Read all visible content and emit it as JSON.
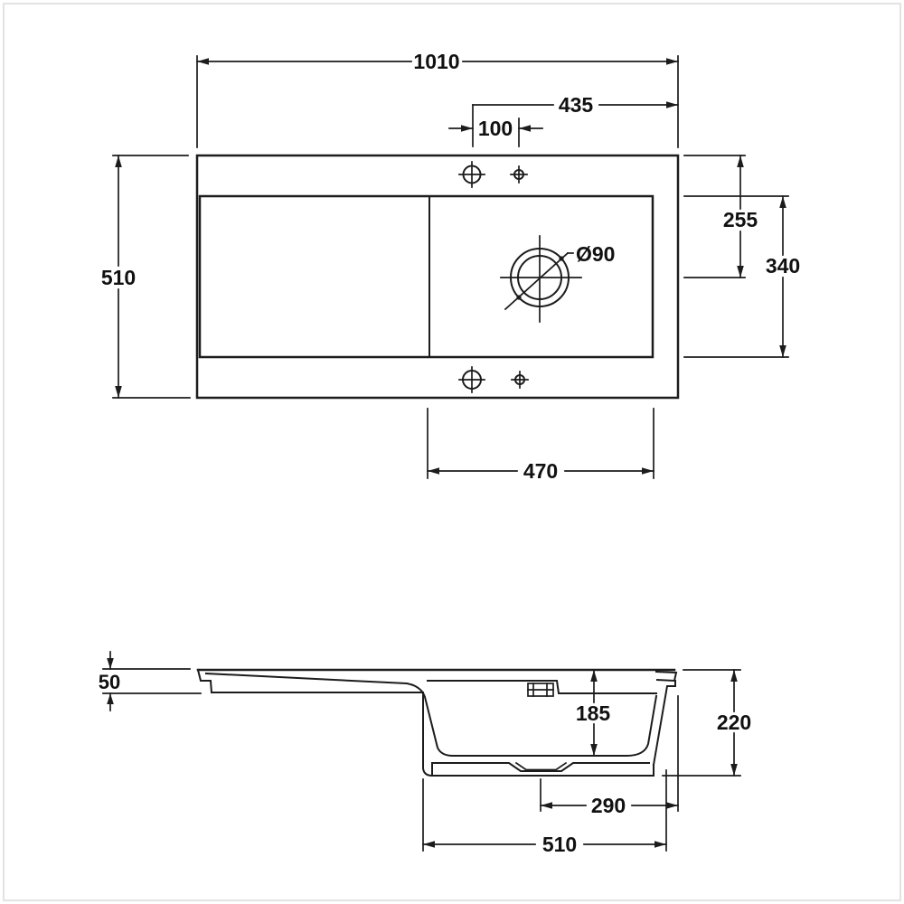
{
  "colors": {
    "line": "#1c1c1c",
    "background": "#ffffff"
  },
  "plan": {
    "dim_overall_width": "1010",
    "dim_tap_to_right_edge": "435",
    "dim_tap_hole_spacing": "100",
    "dim_overall_depth": "510",
    "dim_top_edge_to_drain": "255",
    "dim_bowl_inner_depth": "340",
    "dim_bowl_inner_width": "470",
    "drain_diameter_label": "Ø90"
  },
  "section": {
    "dim_edge_profile_height": "50",
    "dim_bowl_inner_height": "185",
    "dim_overall_height": "220",
    "dim_drain_to_right_edge": "290",
    "dim_bowl_outer_width": "510"
  }
}
